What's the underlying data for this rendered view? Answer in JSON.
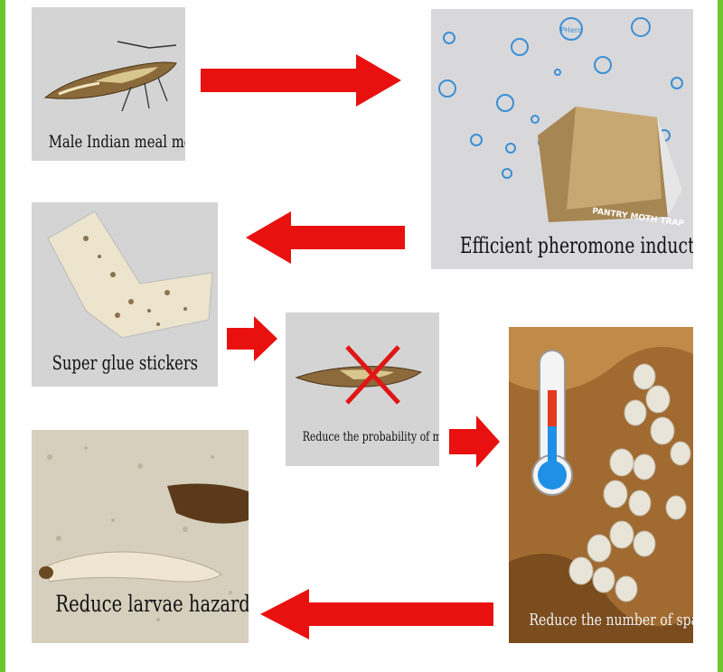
{
  "steps": {
    "moth": {
      "label": "Male Indian meal moth"
    },
    "pheromone": {
      "label": "Efficient pheromone induction",
      "trap_text": "PANTRY MOTH TRAP",
      "molecule_text": "PHero"
    },
    "sticker": {
      "label": "Super glue stickers"
    },
    "mating": {
      "label": "Reduce the probability of mating"
    },
    "spawning": {
      "label": "Reduce the number of spawning"
    },
    "larvae": {
      "label": "Reduce larvae hazards"
    }
  },
  "colors": {
    "arrow": "#e8110f",
    "frame": "#6cc72e",
    "panel": "#d4d4d4",
    "molecule": "#3b8fd6"
  }
}
